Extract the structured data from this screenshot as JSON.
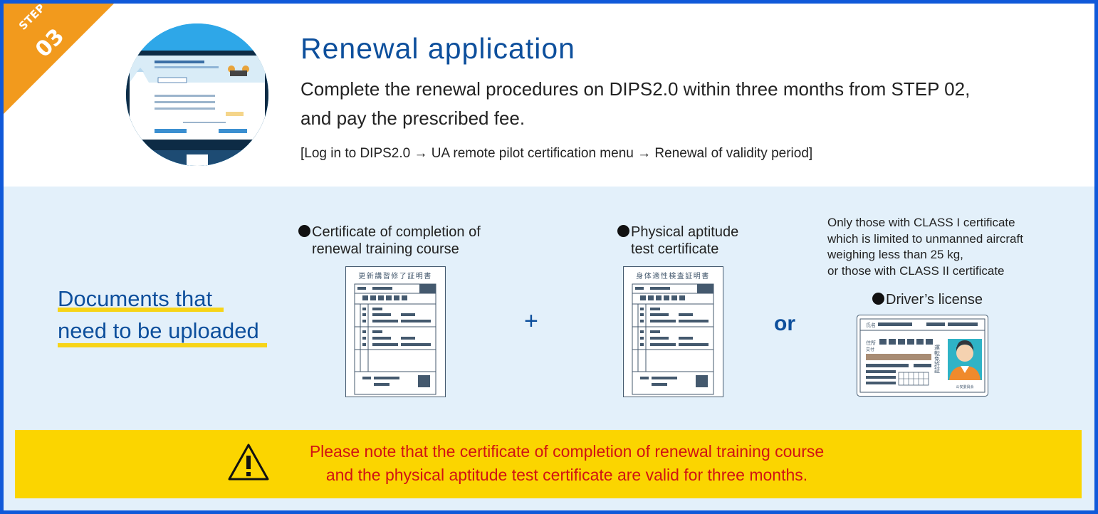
{
  "step": {
    "label": "STEP",
    "number": "03"
  },
  "header": {
    "title": "Renewal application",
    "description_line1": "Complete the renewal procedures on DIPS2.0 within three months from STEP 02,",
    "description_line2": "and pay the prescribed fee.",
    "path": "[Log in to DIPS2.0 → UA remote pilot certification menu → Renewal of validity period]"
  },
  "documents": {
    "heading_line1": "Documents that",
    "heading_line2": "need to be uploaded",
    "doc1": {
      "line1": "Certificate of completion of",
      "line2": "renewal training course",
      "paper_title": "更新講習修了証明書"
    },
    "plus": "+",
    "doc2": {
      "line1": "Physical aptitude",
      "line2": "test certificate",
      "paper_title": "身体適性検査証明書"
    },
    "or": "or",
    "condition": {
      "line1": "Only those with CLASS I certificate",
      "line2": "which is limited to unmanned aircraft",
      "line3": "weighing less than 25 kg,",
      "line4": "or those with CLASS II certificate"
    },
    "doc3": {
      "label": "Driver’s license",
      "name_field": "氏名",
      "address_field": "住所",
      "issue_field": "交付",
      "vertical_title": "運転免許証",
      "authority": "公安委員会"
    }
  },
  "warning": {
    "line1": "Please note that the certificate of completion of renewal training course",
    "line2": "and the physical aptitude test certificate are valid for three months."
  },
  "colors": {
    "border": "#1059d9",
    "title": "#0d4f9c",
    "badge": "#f29a1d",
    "section_bg": "#e3f0fa",
    "warning_bg": "#fbd500",
    "warning_text": "#d11313"
  }
}
